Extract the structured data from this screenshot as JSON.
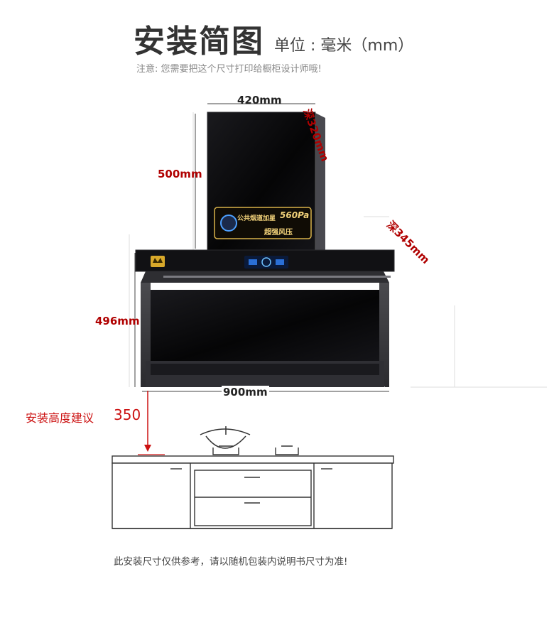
{
  "header": {
    "title": "安装简图",
    "unit": "单位 : 毫米（mm）",
    "note": "注意: 您需要把这个尺寸打印给橱柜设计师哦!"
  },
  "dimensions": {
    "chimney_width": "420mm",
    "chimney_depth": "深320mm",
    "chimney_height": "500mm",
    "body_depth": "深345mm",
    "body_height": "496mm",
    "body_width": "900mm"
  },
  "product_badge": {
    "line1": "公共烟道加星",
    "pressure": "560Pa",
    "line2": "超强风压"
  },
  "install": {
    "label": "安装高度建议",
    "value": "350"
  },
  "footer": {
    "text": "此安装尺寸仅供参考，请以随机包装内说明书尺寸为准!"
  },
  "colors": {
    "dimension_red": "#b00000",
    "install_red": "#cc1111",
    "hood_glass": "#0c0c0e",
    "hood_frame": "#3a3a3e",
    "badge_gold": "#d8b24a"
  }
}
